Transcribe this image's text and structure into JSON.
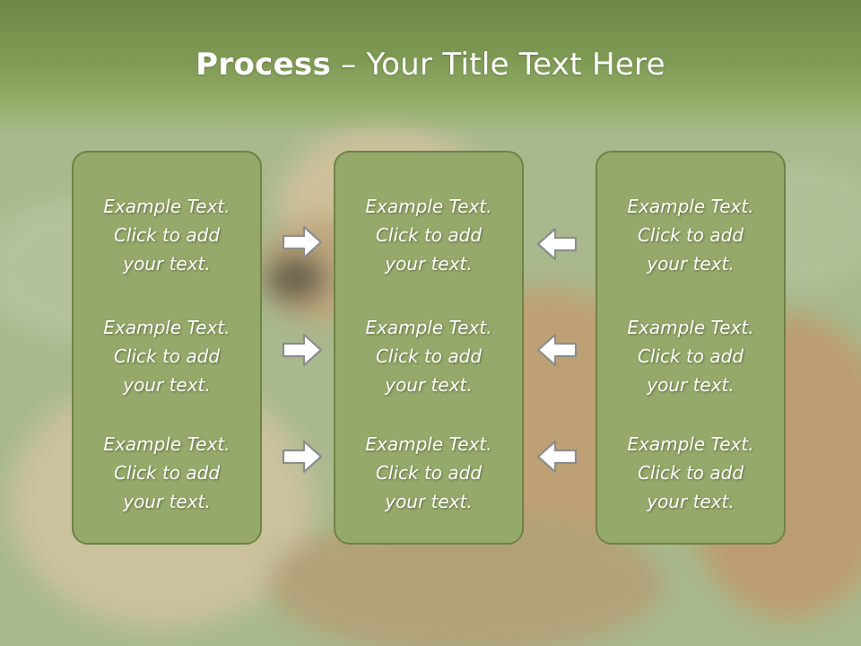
{
  "slide": {
    "title_bold": "Process",
    "title_rest": " – Your Title Text Here",
    "accent_color": "#94a96a",
    "border_color": "#6e8344"
  },
  "columns": [
    {
      "blocks": [
        "Example Text.\nClick  to add\nyour text.",
        "Example Text.\nClick  to add\nyour text.",
        "Example Text.\nClick  to add\nyour text."
      ]
    },
    {
      "blocks": [
        "Example Text.\nClick  to add\nyour text.",
        "Example Text.\nClick  to add\nyour text.",
        "Example Text.\nClick  to add\nyour text."
      ]
    },
    {
      "blocks": [
        "Example Text.\nClick  to add\nyour text.",
        "Example Text.\nClick  to add\nyour text.",
        "Example Text.\nClick  to add\nyour text."
      ]
    }
  ],
  "arrows": {
    "left_group": "arrow-right-icon",
    "right_group": "arrow-left-icon"
  }
}
